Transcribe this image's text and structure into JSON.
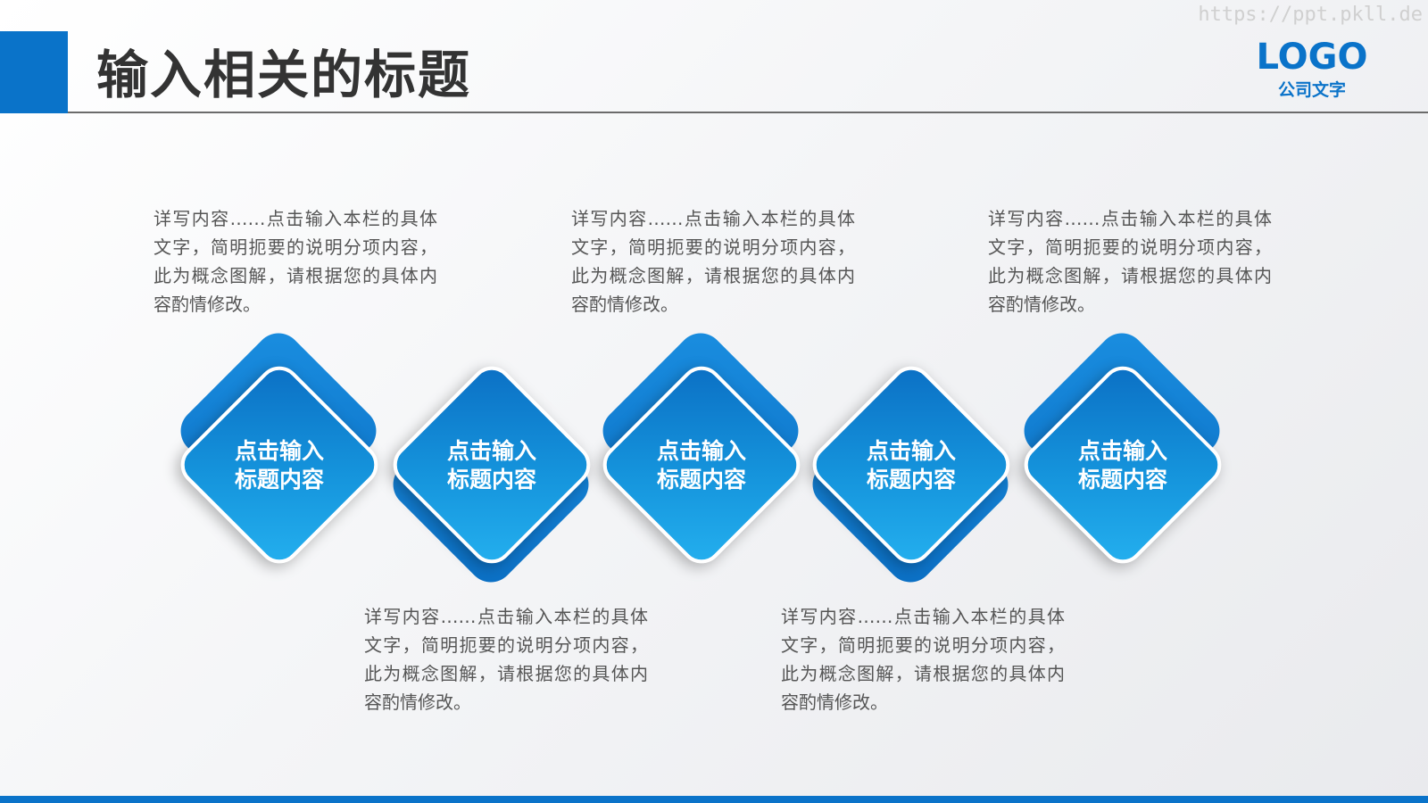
{
  "header": {
    "title": "输入相关的标题",
    "watermark": "https://ppt.pkll.de",
    "logo_text": "LOGO",
    "logo_subtitle": "公司文字"
  },
  "steps": [
    {
      "label_line1": "点击输入",
      "label_line2": "标题内容"
    },
    {
      "label_line1": "点击输入",
      "label_line2": "标题内容"
    },
    {
      "label_line1": "点击输入",
      "label_line2": "标题内容"
    },
    {
      "label_line1": "点击输入",
      "label_line2": "标题内容"
    },
    {
      "label_line1": "点击输入",
      "label_line2": "标题内容"
    }
  ],
  "descriptions": [
    "详写内容……点击输入本栏的具体文字，简明扼要的说明分项内容，此为概念图解，请根据您的具体内容酌情修改。",
    "详写内容……点击输入本栏的具体文字，简明扼要的说明分项内容，此为概念图解，请根据您的具体内容酌情修改。",
    "详写内容……点击输入本栏的具体文字，简明扼要的说明分项内容，此为概念图解，请根据您的具体内容酌情修改。",
    "详写内容……点击输入本栏的具体文字，简明扼要的说明分项内容，此为概念图解，请根据您的具体内容酌情修改。",
    "详写内容……点击输入本栏的具体文字，简明扼要的说明分项内容，此为概念图解，请根据您的具体内容酌情修改。"
  ],
  "colors": {
    "accent": "#0a73c9",
    "diamond_light": "#24b0ef",
    "text": "#555555"
  }
}
